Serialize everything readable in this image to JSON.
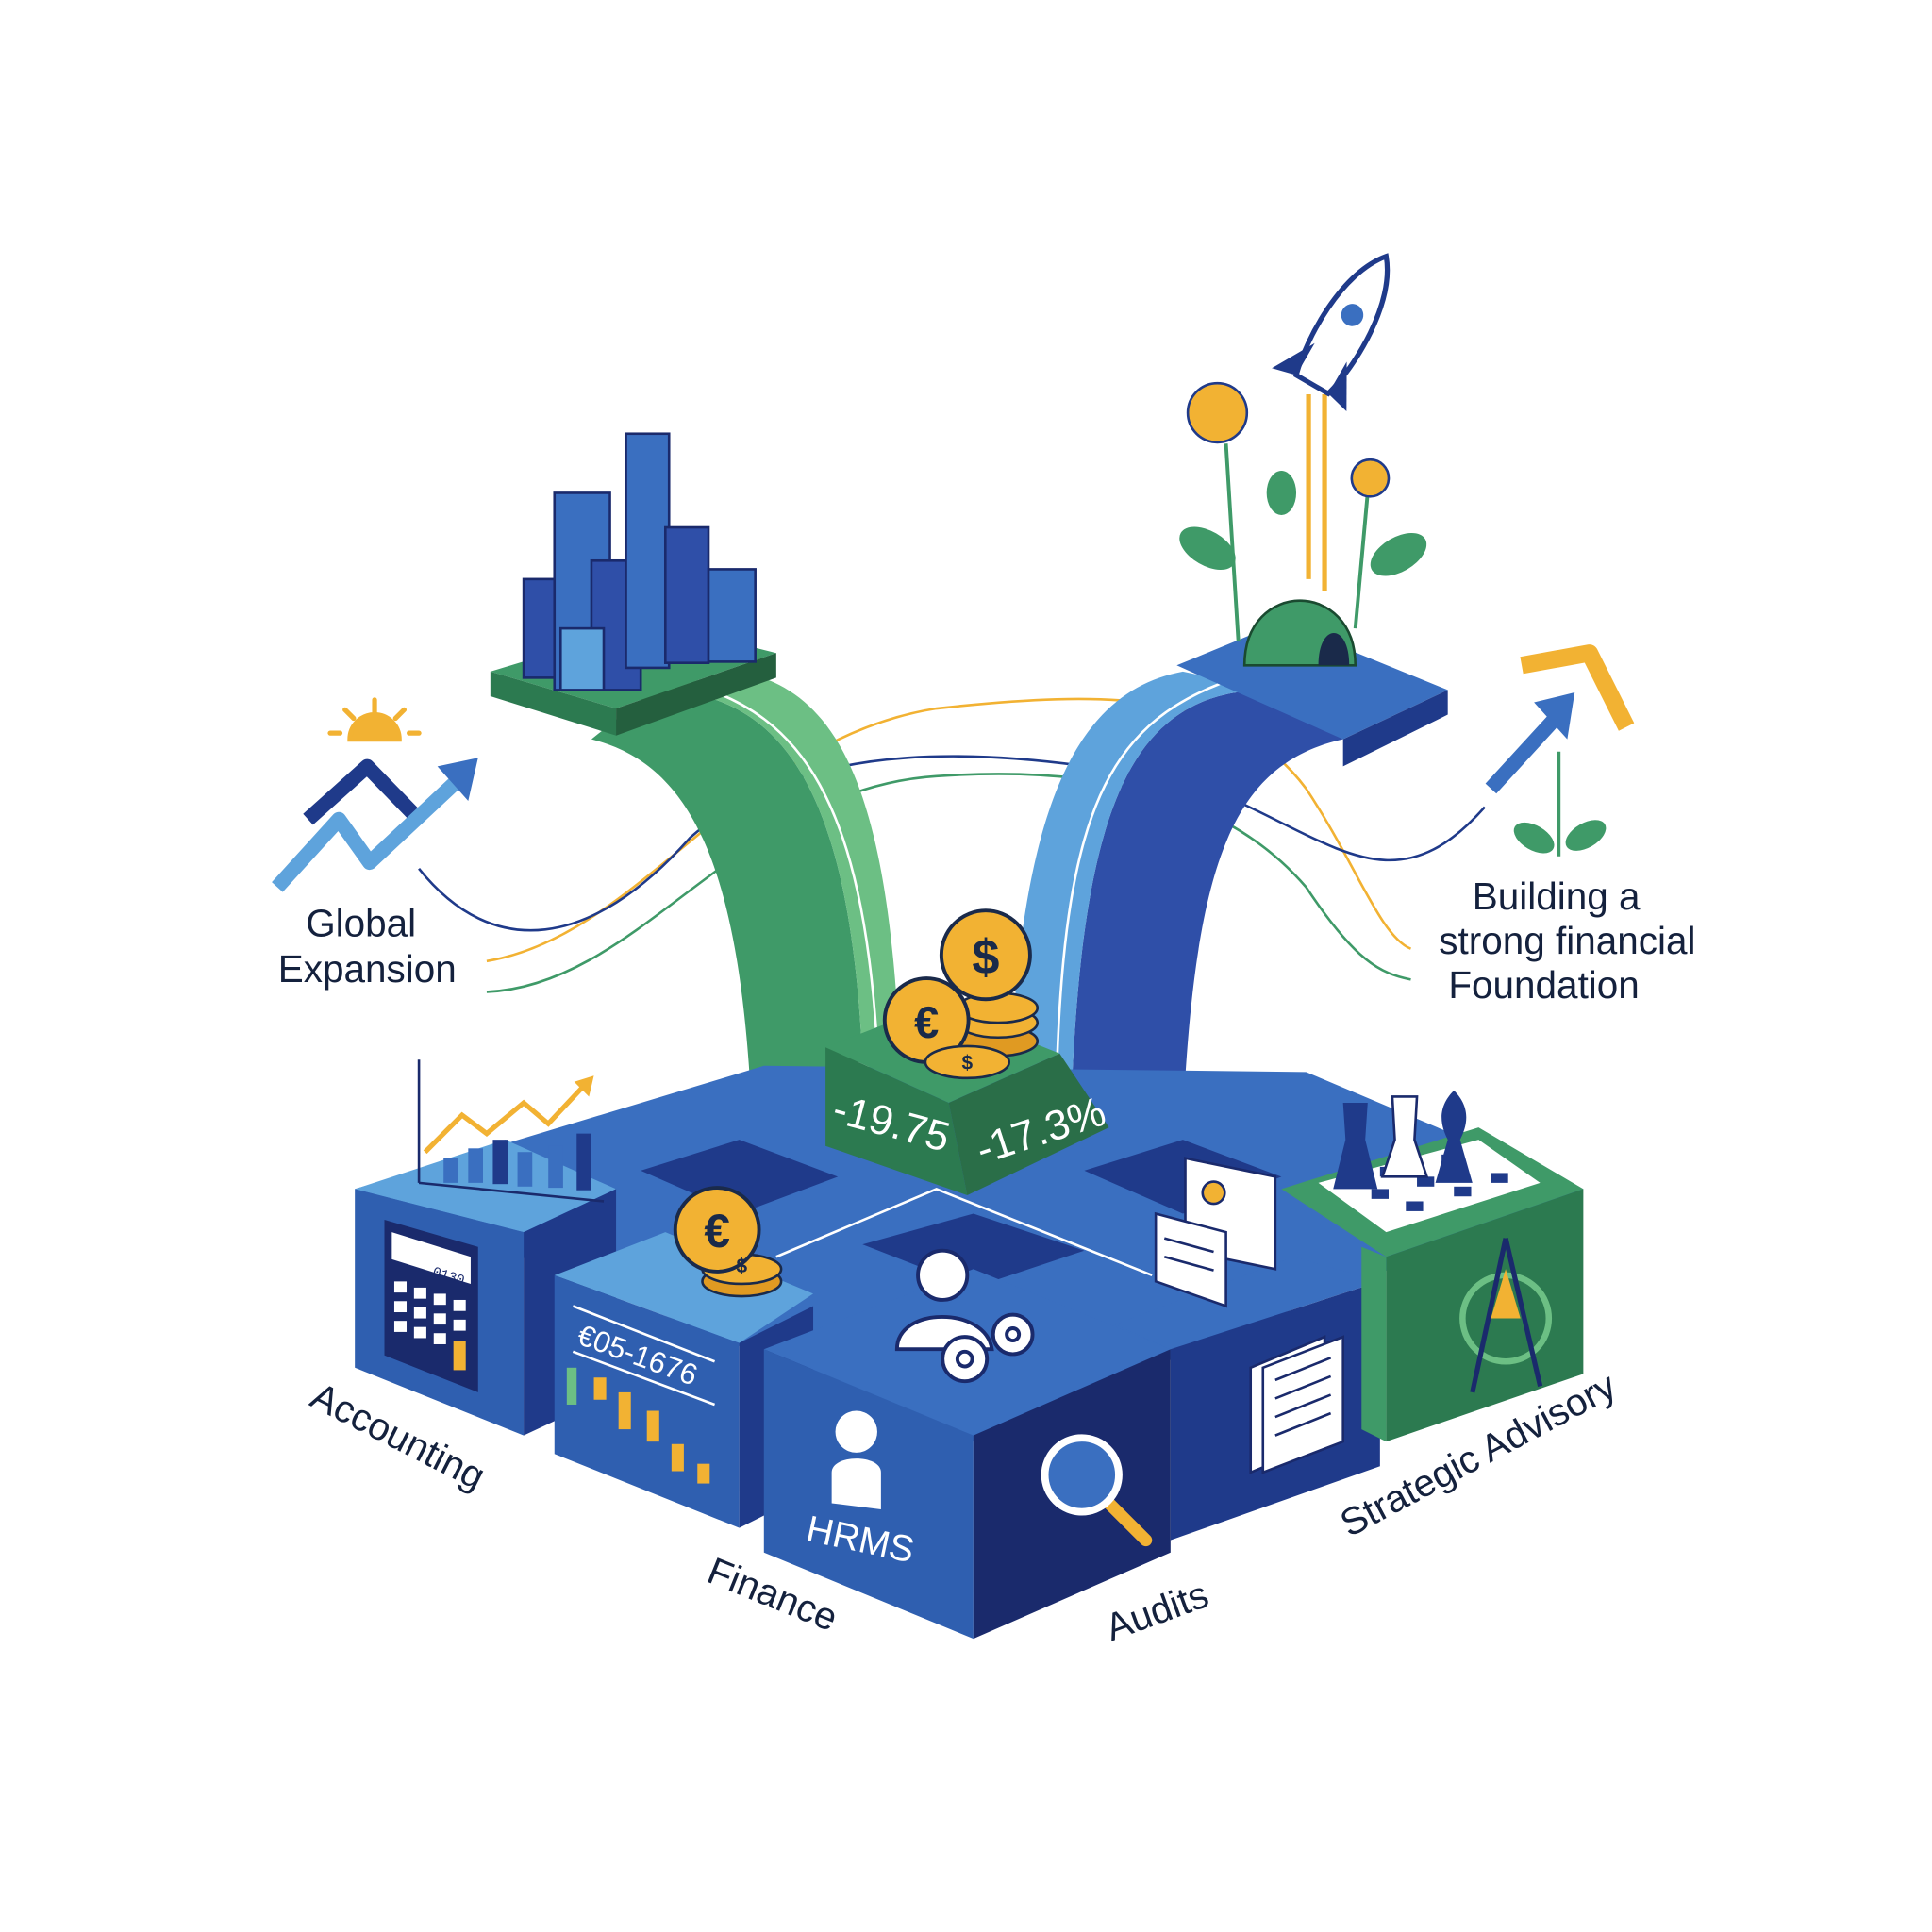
{
  "labels": {
    "global_expansion": [
      "Global",
      "Expansion"
    ],
    "foundation": [
      "Building a",
      "strong financial",
      "Foundation"
    ],
    "accounting": "Accounting",
    "finance": "Finance",
    "hrms": "HRMS",
    "audits": "Audits",
    "strategic_advisory": "Strategic Advisory"
  },
  "center_block": {
    "left_value": "-19.75",
    "right_value": "-17.3%"
  },
  "finance_block": {
    "ticker": "€05-1676"
  },
  "calculator": {
    "display": "0130"
  },
  "coins": {
    "dollar": "$",
    "euro": "€"
  },
  "colors": {
    "navy": "#1f3a8a",
    "blue": "#3a6fc0",
    "light_blue": "#5ea3dc",
    "green": "#3f9a68",
    "light_green": "#6cbf84",
    "gold": "#f2b233",
    "text": "#14213d"
  }
}
